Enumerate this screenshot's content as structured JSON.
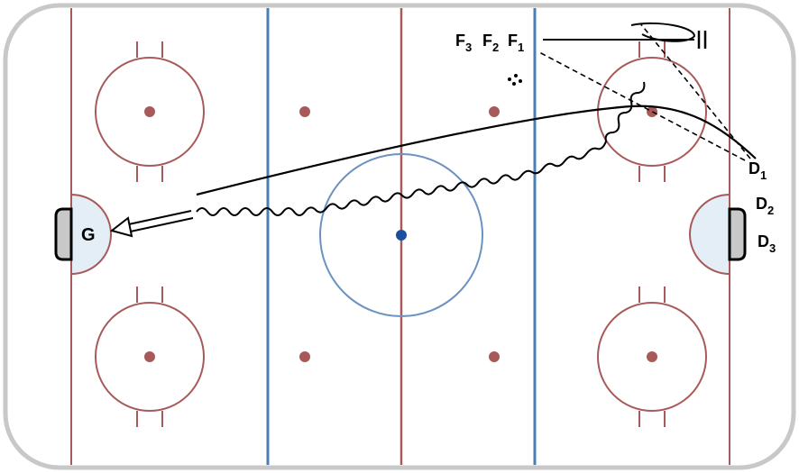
{
  "labels": {
    "goalie": "G",
    "f3": "F",
    "f3_sub": "3",
    "f2": "F",
    "f2_sub": "2",
    "f1": "F",
    "f1_sub": "1",
    "d1": "D",
    "d1_sub": "1",
    "d2": "D",
    "d2_sub": "2",
    "d3": "D",
    "d3_sub": "3"
  },
  "colors": {
    "board": "#c8c8c8",
    "red_line": "#a85a5a",
    "blue_line": "#4a7fb5",
    "center_dot": "#1a4fa0",
    "crease": "#e4eef7",
    "net": "#c8c8c8",
    "ink": "#000000"
  }
}
